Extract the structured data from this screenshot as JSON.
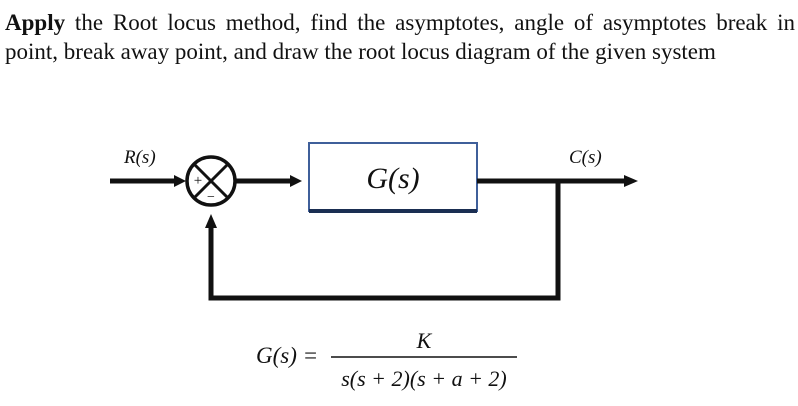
{
  "question": {
    "bold_word": "Apply",
    "rest": " the Root locus method, find the asymptotes, angle of asymptotes break in point, break away point, and draw the root locus diagram of the given system"
  },
  "diagram": {
    "input_label": "R(s)",
    "output_label": "C(s)",
    "block_label": "G(s)",
    "plus_sign": "+",
    "minus_sign": "−",
    "block_border_color": "#3f5f9a"
  },
  "formula": {
    "lhs": "G(s) =",
    "numerator": "K",
    "denominator": "s(s + 2)(s + a + 2)"
  }
}
